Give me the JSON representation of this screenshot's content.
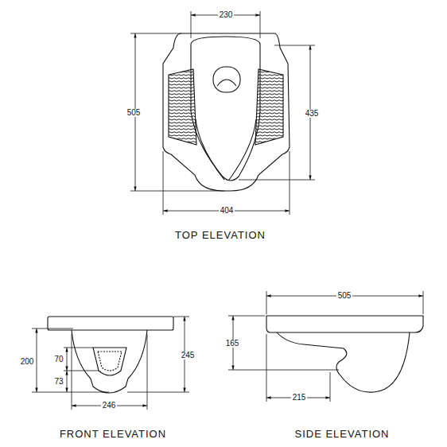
{
  "diagram": {
    "labels": [
      "230",
      "505",
      "435",
      "404",
      "TOP ELEVATION",
      "200",
      "70",
      "73",
      "245",
      "246",
      "FRONT ELEVATION",
      "165",
      "505",
      "215",
      "SIDE ELEVATION"
    ]
  }
}
